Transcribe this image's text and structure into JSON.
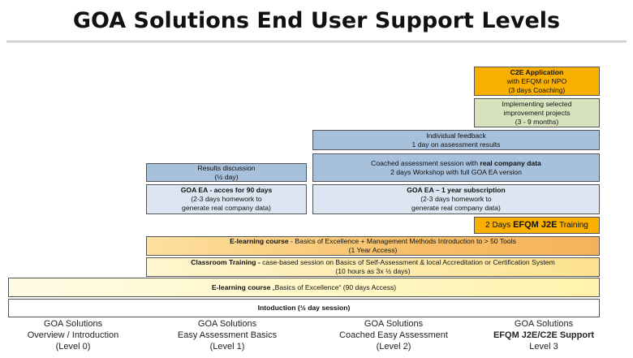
{
  "title": "GOA Solutions End User Support Levels",
  "boxes": {
    "c2e": [
      "C2E Application",
      "with EFQM or NPO",
      "(3 days Coaching)"
    ],
    "implementing": [
      "Implementing selected",
      "improvement projects",
      "(3 - 9 months)"
    ],
    "individual": [
      "Individual feedback",
      "1 day on assessment results"
    ],
    "coached_line1": "Coached assessment session with ",
    "coached_line1_bold": "real company data",
    "coached_line2": "2 days Workshop with full GOA EA version",
    "results": [
      "Results discussion",
      "(½ day)"
    ],
    "ea90": [
      "GOA EA - acces for 90 days",
      "(2-3 days homework to",
      "generate real company data)"
    ],
    "ea1y": [
      "GOA EA – 1 year subscription",
      "(2-3 days homework to",
      "generate real company data)"
    ],
    "efqm_prefix": "2 Days ",
    "efqm_bold": "EFQM  J2E",
    "efqm_suffix": " Training",
    "elearn_tools_bold": "E-learning course",
    "elearn_tools_rest": " - Basics of Excellence  +  Management Methods Introduction to > 50 Tools",
    "elearn_tools_line2": "(1 Year Access)",
    "classroom_bold": "Classroom Training -",
    "classroom_rest": "  case-based session on Basics of Self-Assessment &  local Accreditation or Certification System",
    "classroom_line2": "(10 hours as 3x ½ days)",
    "elearn_basic_bold": "E-learning course",
    "elearn_basic_rest": " „Basics of Excellence“  (90 days Access)",
    "intro": "Intoduction  (½ day session)"
  },
  "levels": [
    {
      "line1": "GOA Solutions",
      "line2": "Overview / Introduction",
      "line3": "(Level 0)"
    },
    {
      "line1": "GOA Solutions",
      "line2": "Easy Assessment Basics",
      "line3": "(Level 1)"
    },
    {
      "line1": "GOA Solutions",
      "line2": "Coached Easy Assessment",
      "line3": "(Level 2)"
    },
    {
      "line1": "GOA Solutions",
      "line2": "EFQM J2E/C2E Support",
      "line3": "Level 3"
    }
  ],
  "colors": {
    "blue": "#a7c0dc",
    "light_blue": "#dbe6f2",
    "orange": "#f9b000",
    "green": "#d7e3bd"
  }
}
